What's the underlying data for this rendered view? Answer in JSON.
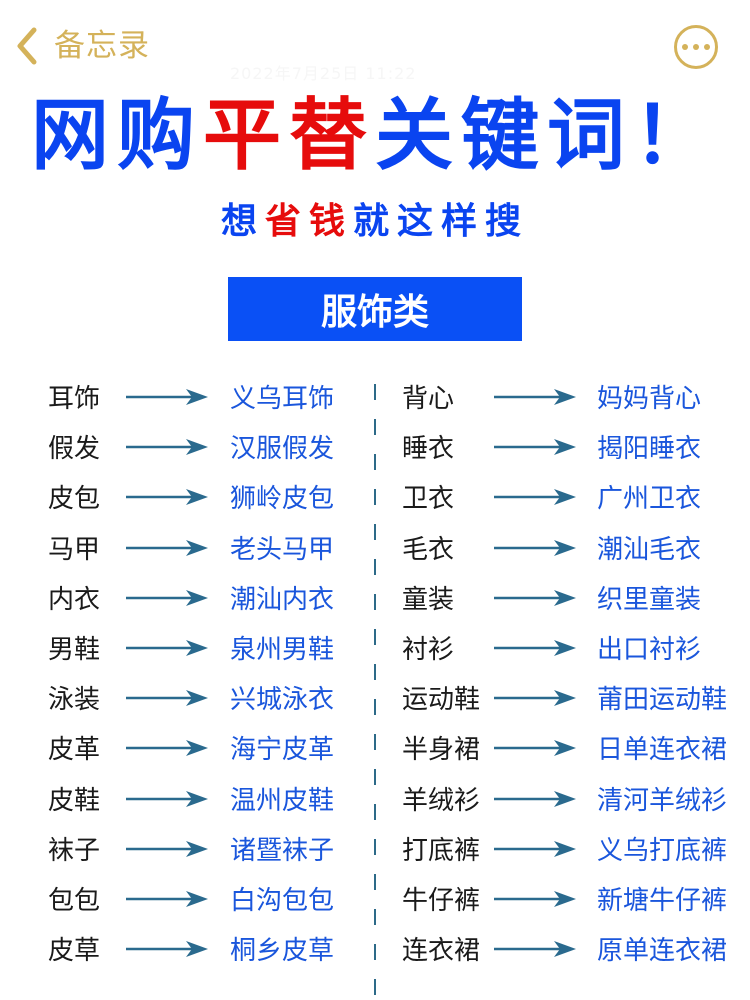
{
  "nav": {
    "back_label": "备忘录",
    "date_stamp": "2022年7月25日 11:22",
    "more_icon": "ellipsis-circle-icon",
    "back_icon": "chevron-left-icon",
    "accent_color": "#d4b25a"
  },
  "header": {
    "title_parts": [
      "网购",
      "平替",
      "关键词！"
    ],
    "subtitle_parts": [
      "想",
      "省钱",
      "就这样搜"
    ],
    "title_colors": {
      "blue": "#0a44f0",
      "red": "#e60c0c"
    }
  },
  "category": {
    "label": "服饰类",
    "color": "#0a50f5"
  },
  "left_list": [
    {
      "item": "耳饰",
      "search": "义乌耳饰"
    },
    {
      "item": "假发",
      "search": "汉服假发"
    },
    {
      "item": "皮包",
      "search": "狮岭皮包"
    },
    {
      "item": "马甲",
      "search": "老头马甲"
    },
    {
      "item": "内衣",
      "search": "潮汕内衣"
    },
    {
      "item": "男鞋",
      "search": "泉州男鞋"
    },
    {
      "item": "泳装",
      "search": "兴城泳衣"
    },
    {
      "item": "皮革",
      "search": "海宁皮革"
    },
    {
      "item": "皮鞋",
      "search": "温州皮鞋"
    },
    {
      "item": "袜子",
      "search": "诸暨袜子"
    },
    {
      "item": "包包",
      "search": "白沟包包"
    },
    {
      "item": "皮草",
      "search": "桐乡皮草"
    }
  ],
  "right_list": [
    {
      "item": "背心",
      "search": "妈妈背心"
    },
    {
      "item": "睡衣",
      "search": "揭阳睡衣"
    },
    {
      "item": "卫衣",
      "search": "广州卫衣"
    },
    {
      "item": "毛衣",
      "search": "潮汕毛衣"
    },
    {
      "item": "童装",
      "search": "织里童装"
    },
    {
      "item": "衬衫",
      "search": "出口衬衫"
    },
    {
      "item": "运动鞋",
      "search": "莆田运动鞋"
    },
    {
      "item": "半身裙",
      "search": "日单连衣裙"
    },
    {
      "item": "羊绒衫",
      "search": "清河羊绒衫"
    },
    {
      "item": "打底裤",
      "search": "义乌打底裤"
    },
    {
      "item": "牛仔裤",
      "search": "新塘牛仔裤"
    },
    {
      "item": "连衣裙",
      "search": "原单连衣裙"
    }
  ],
  "arrow_color": "#2a6a8e"
}
